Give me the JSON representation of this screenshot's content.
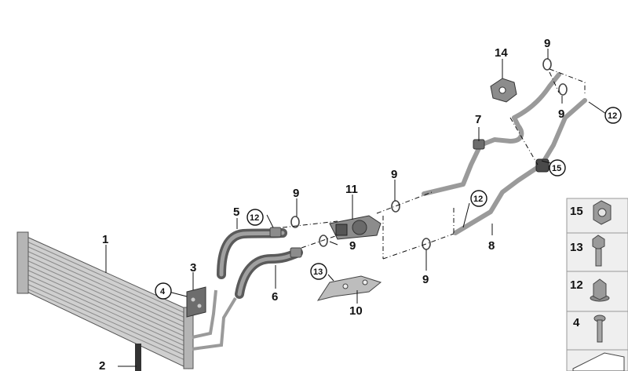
{
  "diagram": {
    "callouts": {
      "c1": "1",
      "c2": "2",
      "c3": "3",
      "c4": "4",
      "c5": "5",
      "c6": "6",
      "c7": "7",
      "c8": "8",
      "c9a": "9",
      "c9b": "9",
      "c9c": "9",
      "c9d": "9",
      "c9e": "9",
      "c9f": "9",
      "c10": "10",
      "c11": "11",
      "c12a": "12",
      "c12b": "12",
      "c12c": "12",
      "c13": "13",
      "c14": "14",
      "c15": "15"
    },
    "legend": [
      {
        "label": "15",
        "part_icon": "hex-nut-icon"
      },
      {
        "label": "13",
        "part_icon": "hex-bolt-icon"
      },
      {
        "label": "12",
        "part_icon": "flange-nut-icon"
      },
      {
        "label": "4",
        "part_icon": "torx-screw-icon"
      }
    ],
    "colors": {
      "parts": "#8c8c8c",
      "lines": "#111111",
      "legend_bg": "#efefef"
    }
  }
}
